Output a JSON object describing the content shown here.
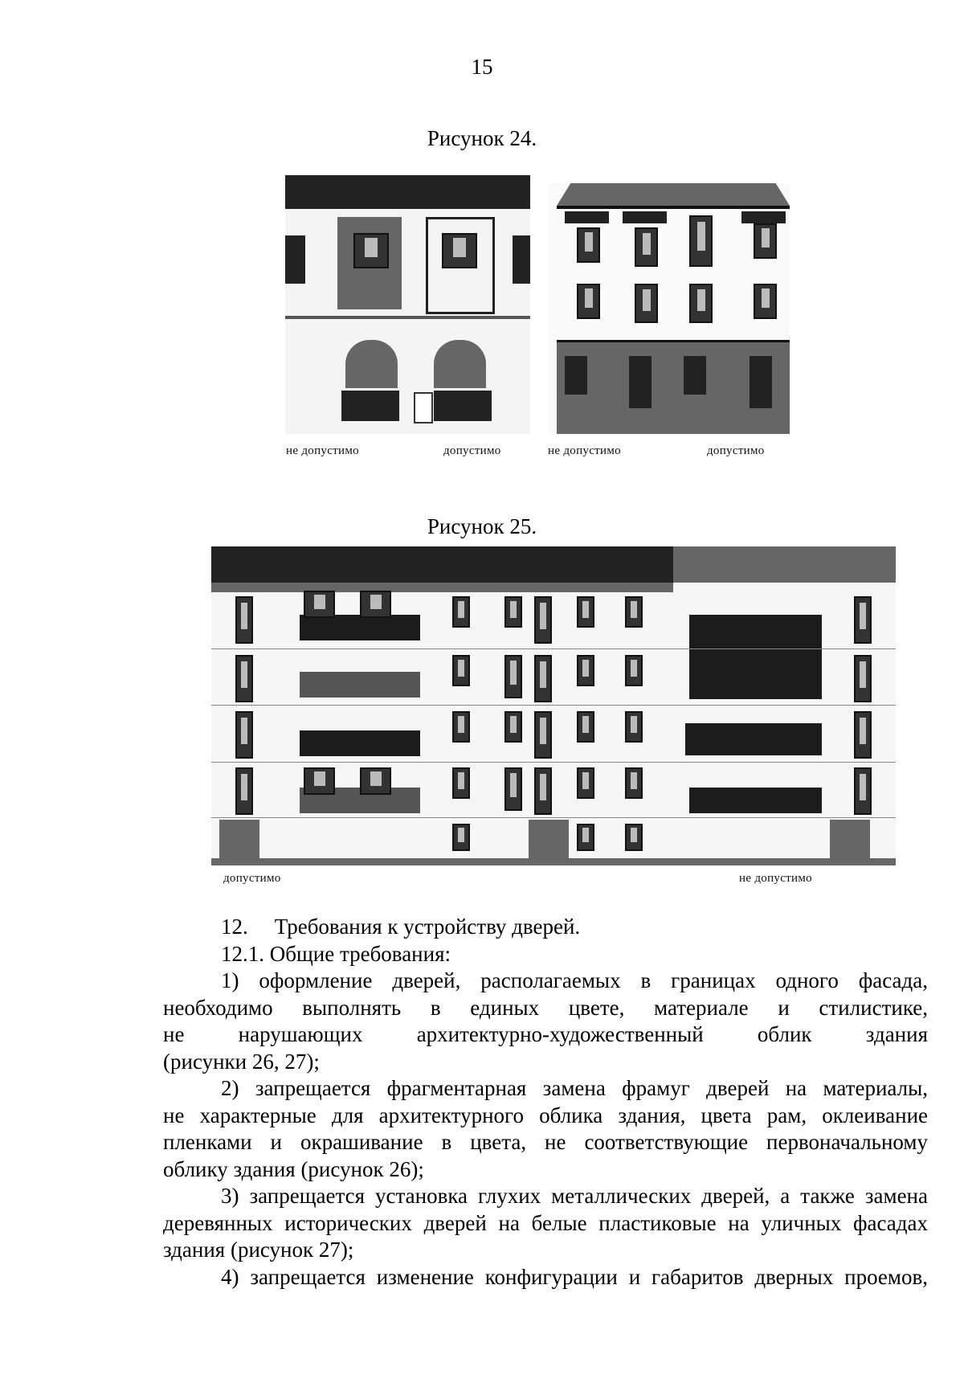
{
  "page": {
    "number": "15"
  },
  "figure24": {
    "title": "Рисунок 24.",
    "captions": [
      "не допустимо",
      "допустимо",
      "не допустимо",
      "допустимо"
    ]
  },
  "figure25": {
    "title": "Рисунок 25.",
    "captions": [
      "допустимо",
      "не допустимо"
    ]
  },
  "section": {
    "heading_num": "12.",
    "heading_text": "Требования к устройству дверей.",
    "subheading": "12.1. Общие требования:",
    "items": [
      {
        "lines": [
          "1) оформление дверей, располагаемых в границах одного фасада,",
          "необходимо выполнять в единых цвете, материале и стилистике,",
          "не нарушающих архитектурно-художественный облик здания",
          "(рисунки 26, 27);"
        ]
      },
      {
        "lines": [
          "2) запрещается фрагментарная замена фрамуг дверей на материалы,",
          "не характерные для архитектурного облика здания, цвета рам, оклеивание",
          "пленками и окрашивание в цвета, не соответствующие первоначальному",
          "облику здания (рисунок 26);"
        ]
      },
      {
        "lines": [
          "3) запрещается установка глухих металлических дверей, а также замена",
          "деревянных исторических дверей на белые пластиковые на уличных фасадах",
          "здания (рисунок 27);"
        ]
      },
      {
        "lines": [
          "4) запрещается изменение конфигурации и габаритов дверных проемов,"
        ]
      }
    ]
  }
}
